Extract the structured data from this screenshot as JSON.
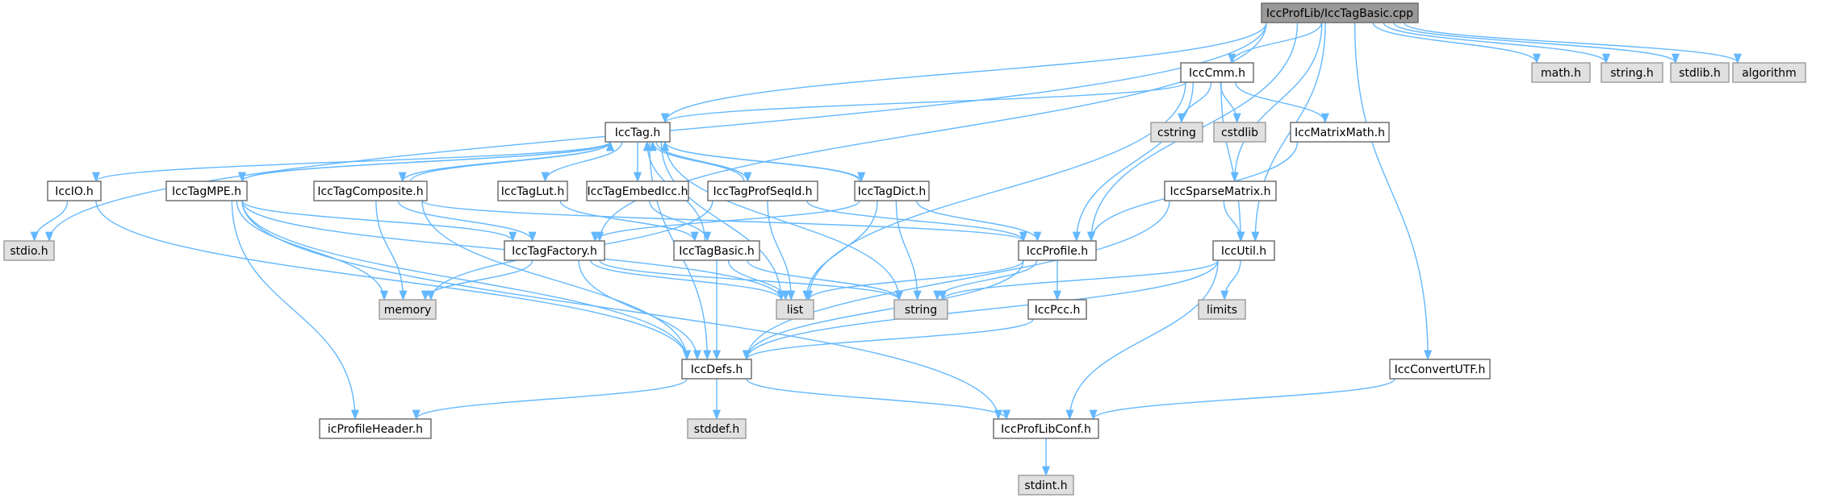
{
  "graph": {
    "colors": {
      "edge": "#63b8ff",
      "root_fill": "#999999",
      "project_fill": "#ffffff",
      "system_fill": "#e0e0e0",
      "project_border": "#666666",
      "system_border": "#999999"
    },
    "nodes": [
      {
        "id": "root",
        "label": "IccProfLib/IccTagBasic.cpp",
        "kind": "root"
      },
      {
        "id": "IccCmm",
        "label": "IccCmm.h",
        "kind": "project"
      },
      {
        "id": "mathh",
        "label": "math.h",
        "kind": "system"
      },
      {
        "id": "stringh",
        "label": "string.h",
        "kind": "system"
      },
      {
        "id": "stdlibh",
        "label": "stdlib.h",
        "kind": "system"
      },
      {
        "id": "algorithm",
        "label": "algorithm",
        "kind": "system"
      },
      {
        "id": "IccTag",
        "label": "IccTag.h",
        "kind": "project"
      },
      {
        "id": "cstring",
        "label": "cstring",
        "kind": "system"
      },
      {
        "id": "cstdlib",
        "label": "cstdlib",
        "kind": "system"
      },
      {
        "id": "IccMatrixMath",
        "label": "IccMatrixMath.h",
        "kind": "project"
      },
      {
        "id": "IccIO",
        "label": "IccIO.h",
        "kind": "project"
      },
      {
        "id": "IccTagMPE",
        "label": "IccTagMPE.h",
        "kind": "project"
      },
      {
        "id": "IccTagComposite",
        "label": "IccTagComposite.h",
        "kind": "project"
      },
      {
        "id": "IccTagLut",
        "label": "IccTagLut.h",
        "kind": "project"
      },
      {
        "id": "IccTagEmbedIcc",
        "label": "IccTagEmbedIcc.h",
        "kind": "project"
      },
      {
        "id": "IccTagProfSeqId",
        "label": "IccTagProfSeqId.h",
        "kind": "project"
      },
      {
        "id": "IccTagDict",
        "label": "IccTagDict.h",
        "kind": "project"
      },
      {
        "id": "IccSparseMatrix",
        "label": "IccSparseMatrix.h",
        "kind": "project"
      },
      {
        "id": "stdioh",
        "label": "stdio.h",
        "kind": "system"
      },
      {
        "id": "IccTagFactory",
        "label": "IccTagFactory.h",
        "kind": "project"
      },
      {
        "id": "IccTagBasic",
        "label": "IccTagBasic.h",
        "kind": "project"
      },
      {
        "id": "IccProfile",
        "label": "IccProfile.h",
        "kind": "project"
      },
      {
        "id": "IccUtil",
        "label": "IccUtil.h",
        "kind": "project"
      },
      {
        "id": "memory",
        "label": "memory",
        "kind": "system"
      },
      {
        "id": "list",
        "label": "list",
        "kind": "system"
      },
      {
        "id": "string",
        "label": "string",
        "kind": "system"
      },
      {
        "id": "IccPcc",
        "label": "IccPcc.h",
        "kind": "project"
      },
      {
        "id": "limits",
        "label": "limits",
        "kind": "system"
      },
      {
        "id": "IccDefs",
        "label": "IccDefs.h",
        "kind": "project"
      },
      {
        "id": "IccConvertUTF",
        "label": "IccConvertUTF.h",
        "kind": "project"
      },
      {
        "id": "icProfileHeader",
        "label": "icProfileHeader.h",
        "kind": "project"
      },
      {
        "id": "stddefh",
        "label": "stddef.h",
        "kind": "system"
      },
      {
        "id": "IccProfLibConf",
        "label": "IccProfLibConf.h",
        "kind": "project"
      },
      {
        "id": "stdinth",
        "label": "stdint.h",
        "kind": "system"
      }
    ],
    "edges": [
      [
        "root",
        "IccCmm"
      ],
      [
        "root",
        "mathh"
      ],
      [
        "root",
        "stringh"
      ],
      [
        "root",
        "stdlibh"
      ],
      [
        "root",
        "algorithm"
      ],
      [
        "root",
        "IccTag"
      ],
      [
        "root",
        "stdioh"
      ],
      [
        "root",
        "IccTagFactory"
      ],
      [
        "root",
        "IccProfile"
      ],
      [
        "root",
        "IccSparseMatrix"
      ],
      [
        "root",
        "IccUtil"
      ],
      [
        "root",
        "IccConvertUTF"
      ],
      [
        "IccCmm",
        "IccTag"
      ],
      [
        "IccCmm",
        "cstring"
      ],
      [
        "IccCmm",
        "cstdlib"
      ],
      [
        "IccCmm",
        "IccMatrixMath"
      ],
      [
        "IccCmm",
        "IccProfile"
      ],
      [
        "IccCmm",
        "IccUtil"
      ],
      [
        "IccCmm",
        "list"
      ],
      [
        "IccTag",
        "IccIO"
      ],
      [
        "IccTag",
        "IccTagMPE"
      ],
      [
        "IccTag",
        "IccTagComposite"
      ],
      [
        "IccTag",
        "IccTagLut"
      ],
      [
        "IccTag",
        "IccTagEmbedIcc"
      ],
      [
        "IccTag",
        "IccTagProfSeqId"
      ],
      [
        "IccTag",
        "IccTagDict"
      ],
      [
        "IccTag",
        "list"
      ],
      [
        "IccTag",
        "string"
      ],
      [
        "IccTag",
        "IccDefs"
      ],
      [
        "IccTagMPE",
        "IccTag"
      ],
      [
        "IccTagComposite",
        "IccTag"
      ],
      [
        "IccTagProfSeqId",
        "IccTag"
      ],
      [
        "IccTagDict",
        "IccTag"
      ],
      [
        "IccTagBasic",
        "IccTag"
      ],
      [
        "IccIO",
        "stdioh"
      ],
      [
        "IccIO",
        "IccDefs"
      ],
      [
        "IccTagMPE",
        "IccTagFactory"
      ],
      [
        "IccTagMPE",
        "memory"
      ],
      [
        "IccTagMPE",
        "list"
      ],
      [
        "IccTagMPE",
        "IccDefs"
      ],
      [
        "IccTagMPE",
        "icProfileHeader"
      ],
      [
        "IccTagMPE",
        "IccProfLibConf"
      ],
      [
        "IccTagComposite",
        "IccTagFactory"
      ],
      [
        "IccTagComposite",
        "IccProfile"
      ],
      [
        "IccTagComposite",
        "memory"
      ],
      [
        "IccTagComposite",
        "IccDefs"
      ],
      [
        "IccTagLut",
        "IccTagBasic"
      ],
      [
        "IccTagEmbedIcc",
        "IccTagBasic"
      ],
      [
        "IccTagProfSeqId",
        "IccProfile"
      ],
      [
        "IccTagProfSeqId",
        "memory"
      ],
      [
        "IccTagProfSeqId",
        "list"
      ],
      [
        "IccTagDict",
        "IccTagFactory"
      ],
      [
        "IccTagDict",
        "IccProfile"
      ],
      [
        "IccTagDict",
        "list"
      ],
      [
        "IccTagDict",
        "string"
      ],
      [
        "IccMatrixMath",
        "IccProfile"
      ],
      [
        "IccSparseMatrix",
        "IccUtil"
      ],
      [
        "IccSparseMatrix",
        "IccDefs"
      ],
      [
        "IccTagFactory",
        "memory"
      ],
      [
        "IccTagFactory",
        "list"
      ],
      [
        "IccTagFactory",
        "string"
      ],
      [
        "IccTagFactory",
        "IccDefs"
      ],
      [
        "IccTagBasic",
        "list"
      ],
      [
        "IccTagBasic",
        "string"
      ],
      [
        "IccTagBasic",
        "IccDefs"
      ],
      [
        "IccProfile",
        "list"
      ],
      [
        "IccProfile",
        "string"
      ],
      [
        "IccProfile",
        "IccPcc"
      ],
      [
        "IccProfile",
        "IccDefs"
      ],
      [
        "IccUtil",
        "string"
      ],
      [
        "IccUtil",
        "limits"
      ],
      [
        "IccUtil",
        "IccDefs"
      ],
      [
        "IccUtil",
        "IccProfLibConf"
      ],
      [
        "IccPcc",
        "IccDefs"
      ],
      [
        "IccDefs",
        "icProfileHeader"
      ],
      [
        "IccDefs",
        "stddefh"
      ],
      [
        "IccDefs",
        "IccProfLibConf"
      ],
      [
        "IccConvertUTF",
        "IccProfLibConf"
      ],
      [
        "IccProfLibConf",
        "stdinth"
      ]
    ]
  }
}
